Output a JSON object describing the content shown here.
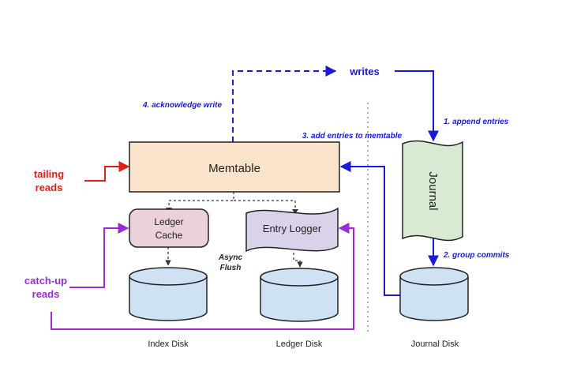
{
  "colors": {
    "blue": "#1a1ad6",
    "red": "#e0201a",
    "purple": "#9a2bd6",
    "memtable_fill": "#fbe3cc",
    "ledger_cache_fill": "#ead1dc",
    "entry_logger_fill": "#d9d2e9",
    "journal_fill": "#d9ead3",
    "disk_fill": "#cfe2f3"
  },
  "nodes": {
    "memtable": "Memtable",
    "ledger_cache_line1": "Ledger",
    "ledger_cache_line2": "Cache",
    "entry_logger": "Entry Logger",
    "journal": "Journal",
    "async_flush_line1": "Async",
    "async_flush_line2": "Flush"
  },
  "disks": {
    "index": "Index Disk",
    "ledger": "Ledger Disk",
    "journal": "Journal Disk"
  },
  "flows": {
    "writes": "writes",
    "append_entries": "1. append entries",
    "group_commits": "2. group commits",
    "add_entries": "3. add entries to memtable",
    "acknowledge_write": "4. acknowledge write"
  },
  "inputs": {
    "tailing_line1": "tailing",
    "tailing_line2": "reads",
    "catchup_line1": "catch-up",
    "catchup_line2": "reads"
  }
}
